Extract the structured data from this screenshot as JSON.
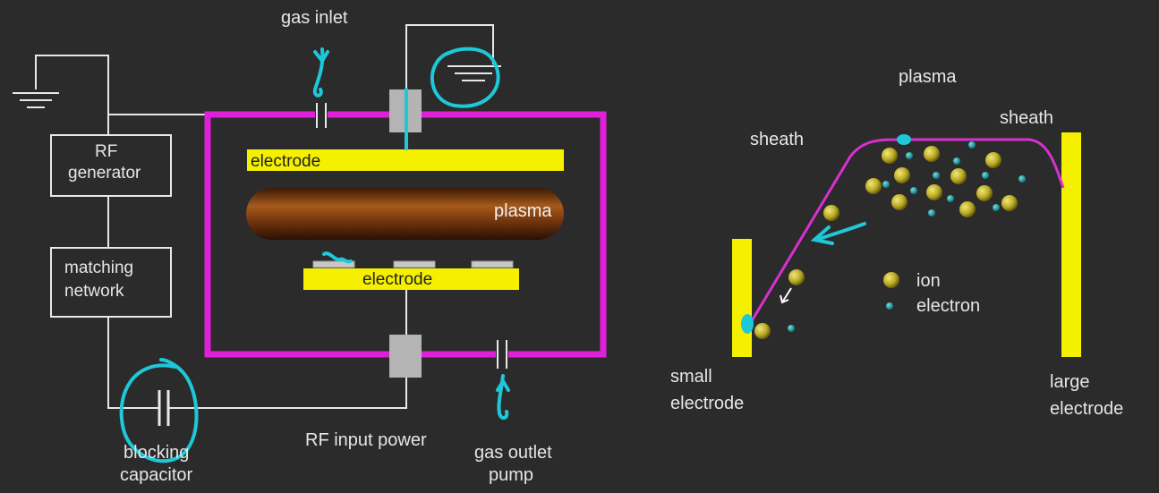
{
  "labels": {
    "gas_inlet": "gas inlet",
    "rf_generator_line1": "RF",
    "rf_generator_line2": "generator",
    "matching_line1": "matching",
    "matching_line2": "network",
    "top_electrode": "electrode",
    "bottom_electrode": "electrode",
    "plasma_tube": "plasma",
    "blocking_line1": "blocking",
    "blocking_line2": "capacitor",
    "rf_input": "RF input power",
    "gas_outlet_line1": "gas outlet",
    "gas_outlet_line2": "pump",
    "right_plasma": "plasma",
    "sheath_left": "sheath",
    "sheath_right": "sheath",
    "legend_ion": "ion",
    "legend_electron": "electron",
    "small_electrode_line1": "small",
    "small_electrode_line2": "electrode",
    "large_electrode_line1": "large",
    "large_electrode_line2": "electrode"
  },
  "colors": {
    "background": "#2b2b2b",
    "wire": "#e8e8e8",
    "chamber": "#e020d8",
    "electrode": "#f5f000",
    "plasma_tube": "#7a3a10",
    "annotation": "#1ec8d8",
    "ion": "#c8b830",
    "electron": "#1a9aa0",
    "sheath_curve": "#d830d0"
  }
}
